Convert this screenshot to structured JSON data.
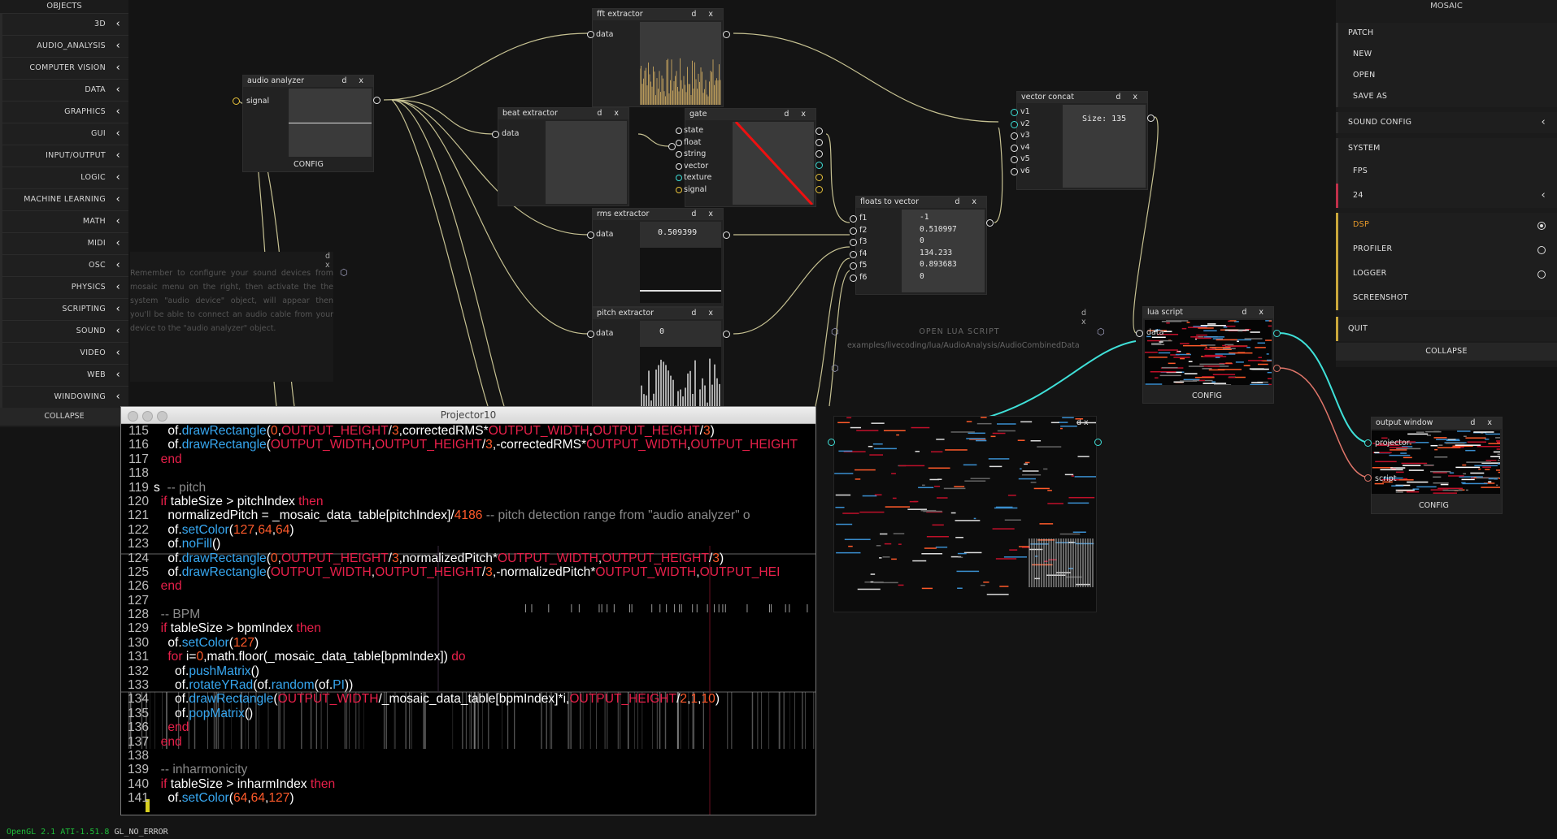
{
  "objects_panel": {
    "header": "OBJECTS",
    "items": [
      "3D",
      "AUDIO_ANALYSIS",
      "COMPUTER VISION",
      "DATA",
      "GRAPHICS",
      "GUI",
      "INPUT/OUTPUT",
      "LOGIC",
      "MACHINE LEARNING",
      "MATH",
      "MIDI",
      "OSC",
      "PHYSICS",
      "SCRIPTING",
      "SOUND",
      "VIDEO",
      "WEB",
      "WINDOWING"
    ],
    "collapse": "COLLAPSE"
  },
  "mosaic_panel": {
    "header": "MOSAIC",
    "patch": "PATCH",
    "new": "NEW",
    "open": "OPEN",
    "save_as": "SAVE AS",
    "sound_config": "SOUND CONFIG",
    "system": "SYSTEM",
    "fps_label": "FPS",
    "fps_value": "24",
    "dsp": "DSP",
    "profiler": "PROFILER",
    "logger": "LOGGER",
    "screenshot": "SCREENSHOT",
    "quit": "QUIT",
    "collapse": "COLLAPSE"
  },
  "nodes": {
    "audio_analyzer": {
      "title": "audio analyzer",
      "input": "signal",
      "config": "CONFIG"
    },
    "fft_extractor": {
      "title": "fft extractor",
      "input": "data"
    },
    "beat_extractor": {
      "title": "beat extractor",
      "input": "data"
    },
    "gate": {
      "title": "gate",
      "outputs": [
        "state",
        "float",
        "string",
        "vector",
        "texture",
        "signal"
      ]
    },
    "rms_extractor": {
      "title": "rms extractor",
      "input": "data",
      "value": "0.509399"
    },
    "pitch_extractor": {
      "title": "pitch extractor",
      "input": "data",
      "value": "0"
    },
    "floats_to_vector": {
      "title": "floats to vector",
      "inputs": [
        "f1",
        "f2",
        "f3",
        "f4",
        "f5",
        "f6"
      ],
      "values": [
        "-1",
        "0.510997",
        "0",
        "134.233",
        "0.893683",
        "0"
      ]
    },
    "vector_concat": {
      "title": "vector concat",
      "inputs": [
        "v1",
        "v2",
        "v3",
        "v4",
        "v5",
        "v6"
      ],
      "size": "Size: 135"
    },
    "lua_script": {
      "title": "lua script",
      "input": "data",
      "config": "CONFIG"
    },
    "output_window": {
      "title": "output window",
      "inputs": [
        "projector",
        "script"
      ],
      "config": "CONFIG"
    },
    "comment": {
      "text": "Remember to configure your sound devices from mosaic menu on the right, then activate the the system \"audio device\" object, will appear then you'll be able to connect an audio cable from your device to the \"audio analyzer\" object."
    },
    "lua_loader": {
      "button": "OPEN LUA SCRIPT",
      "path": "examples/livecoding/lua/AudioAnalysis/AudioCombinedData"
    }
  },
  "node_controls": {
    "d": "d",
    "x": "x"
  },
  "projector": {
    "title": "Projector10",
    "lines": [
      {
        "no": "115",
        "html": "    <span class='t'>of.</span><span class='f'>drawRectangle</span><span class='t'>(</span><span class='n'>0</span><span class='t'>,</span><span class='k'>OUTPUT_HEIGHT</span><span class='t'>/</span><span class='n'>3</span><span class='t'>,correctedRMS*</span><span class='k'>OUTPUT_WIDTH</span><span class='t'>,</span><span class='k'>OUTPUT_HEIGHT</span><span class='t'>/</span><span class='n'>3</span><span class='t'>)</span>"
      },
      {
        "no": "116",
        "html": "    <span class='t'>of.</span><span class='f'>drawRectangle</span><span class='t'>(</span><span class='k'>OUTPUT_WIDTH</span><span class='t'>,</span><span class='k'>OUTPUT_HEIGHT</span><span class='t'>/</span><span class='n'>3</span><span class='t'>,-correctedRMS*</span><span class='k'>OUTPUT_WIDTH</span><span class='t'>,</span><span class='k'>OUTPUT_HEIGHT</span>"
      },
      {
        "no": "117",
        "html": "  <span class='k'>end</span>"
      },
      {
        "no": "118",
        "html": ""
      },
      {
        "no": "119",
        "html": "<span class='t'>s</span>  <span class='c'>-- pitch</span>"
      },
      {
        "no": "120",
        "html": "  <span class='k'>if</span><span class='t'> tableSize &gt; pitchIndex </span><span class='k'>then</span>"
      },
      {
        "no": "121",
        "html": "    <span class='t'>normalizedPitch = _mosaic_data_table[pitchIndex]/</span><span class='n'>4186</span><span class='c'> -- pitch detection range from \"audio analyzer\" o</span>"
      },
      {
        "no": "122",
        "html": "    <span class='t'>of.</span><span class='f'>setColor</span><span class='t'>(</span><span class='n'>127</span><span class='t'>,</span><span class='n'>64</span><span class='t'>,</span><span class='n'>64</span><span class='t'>)</span>"
      },
      {
        "no": "123",
        "html": "    <span class='t'>of.</span><span class='f'>noFill</span><span class='t'>()</span>"
      },
      {
        "no": "124",
        "html": "    <span class='t'>of.</span><span class='f'>drawRectangle</span><span class='t'>(</span><span class='n'>0</span><span class='t'>,</span><span class='k'>OUTPUT_HEIGHT</span><span class='t'>/</span><span class='n'>3</span><span class='t'>,normalizedPitch*</span><span class='k'>OUTPUT_WIDTH</span><span class='t'>,</span><span class='k'>OUTPUT_HEIGHT</span><span class='t'>/</span><span class='n'>3</span><span class='t'>)</span>"
      },
      {
        "no": "125",
        "html": "    <span class='t'>of.</span><span class='f'>drawRectangle</span><span class='t'>(</span><span class='k'>OUTPUT_WIDTH</span><span class='t'>,</span><span class='k'>OUTPUT_HEIGHT</span><span class='t'>/</span><span class='n'>3</span><span class='t'>,-normalizedPitch*</span><span class='k'>OUTPUT_WIDTH</span><span class='t'>,</span><span class='k'>OUTPUT_HEI</span>"
      },
      {
        "no": "126",
        "html": "  <span class='k'>end</span>"
      },
      {
        "no": "127",
        "html": ""
      },
      {
        "no": "128",
        "html": "  <span class='c'>-- BPM</span>"
      },
      {
        "no": "129",
        "html": "  <span class='k'>if</span><span class='t'> tableSize &gt; bpmIndex </span><span class='k'>then</span>"
      },
      {
        "no": "130",
        "html": "    <span class='t'>of.</span><span class='f'>setColor</span><span class='t'>(</span><span class='n'>127</span><span class='t'>)</span>"
      },
      {
        "no": "131",
        "html": "    <span class='k'>for</span><span class='t'> i=</span><span class='n'>0</span><span class='t'>,math.floor(_mosaic_data_table[bpmIndex]) </span><span class='k'>do</span>"
      },
      {
        "no": "132",
        "html": "      <span class='t'>of.</span><span class='f'>pushMatrix</span><span class='t'>()</span>"
      },
      {
        "no": "133",
        "html": "      <span class='t'>of.</span><span class='f'>rotateYRad</span><span class='t'>(of.</span><span class='f'>random</span><span class='t'>(of.</span><span class='f'>PI</span><span class='t'>))</span>"
      },
      {
        "no": "134",
        "html": "      <span class='t'>of.</span><span class='f'>drawRectangle</span><span class='t'>(</span><span class='k'>OUTPUT_WIDTH</span><span class='t'>/_mosaic_data_table[bpmIndex]*i,</span><span class='k'>OUTPUT_HEIGHT</span><span class='t'>/</span><span class='n'>2</span><span class='t'>,</span><span class='n'>1</span><span class='t'>,</span><span class='n'>10</span><span class='t'>)</span>"
      },
      {
        "no": "135",
        "html": "      <span class='t'>of.</span><span class='f'>popMatrix</span><span class='t'>()</span>"
      },
      {
        "no": "136",
        "html": "    <span class='k'>end</span>"
      },
      {
        "no": "137",
        "html": "  <span class='k'>end</span>"
      },
      {
        "no": "138",
        "html": ""
      },
      {
        "no": "139",
        "html": "  <span class='c'>-- inharmonicity</span>"
      },
      {
        "no": "140",
        "html": "  <span class='k'>if</span><span class='t'> tableSize &gt; inharmIndex </span><span class='k'>then</span>"
      },
      {
        "no": "141",
        "html": "    <span class='t'>of.</span><span class='f'>setColor</span><span class='t'>(</span><span class='n'>64</span><span class='t'>,</span><span class='n'>64</span><span class='t'>,</span><span class='n'>127</span><span class='t'>)</span>"
      }
    ]
  },
  "status": {
    "gl": "OpenGL 2.1 ATI-1.51.8",
    "error": "GL_NO_ERROR"
  }
}
